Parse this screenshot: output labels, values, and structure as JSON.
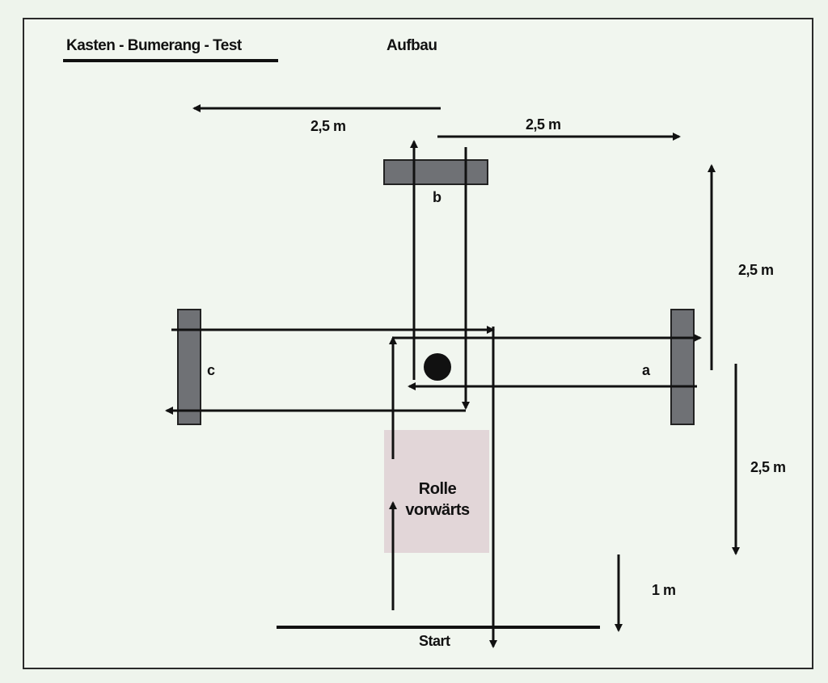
{
  "header": {
    "title": "Kasten - Bumerang - Test",
    "subtitle": "Aufbau"
  },
  "measurements": {
    "top_left": "2,5 m",
    "top_right": "2,5 m",
    "right_upper": "2,5 m",
    "right_lower": "2,5 m",
    "start_gap": "1 m"
  },
  "boxes": {
    "a": "a",
    "b": "b",
    "c": "c"
  },
  "mat": {
    "line1": "Rolle",
    "line2": "vorwärts",
    "color": "#e2d6d8"
  },
  "start_label": "Start",
  "colors": {
    "box": "#6f7175",
    "line": "#111111",
    "background": "#eef4ec"
  }
}
